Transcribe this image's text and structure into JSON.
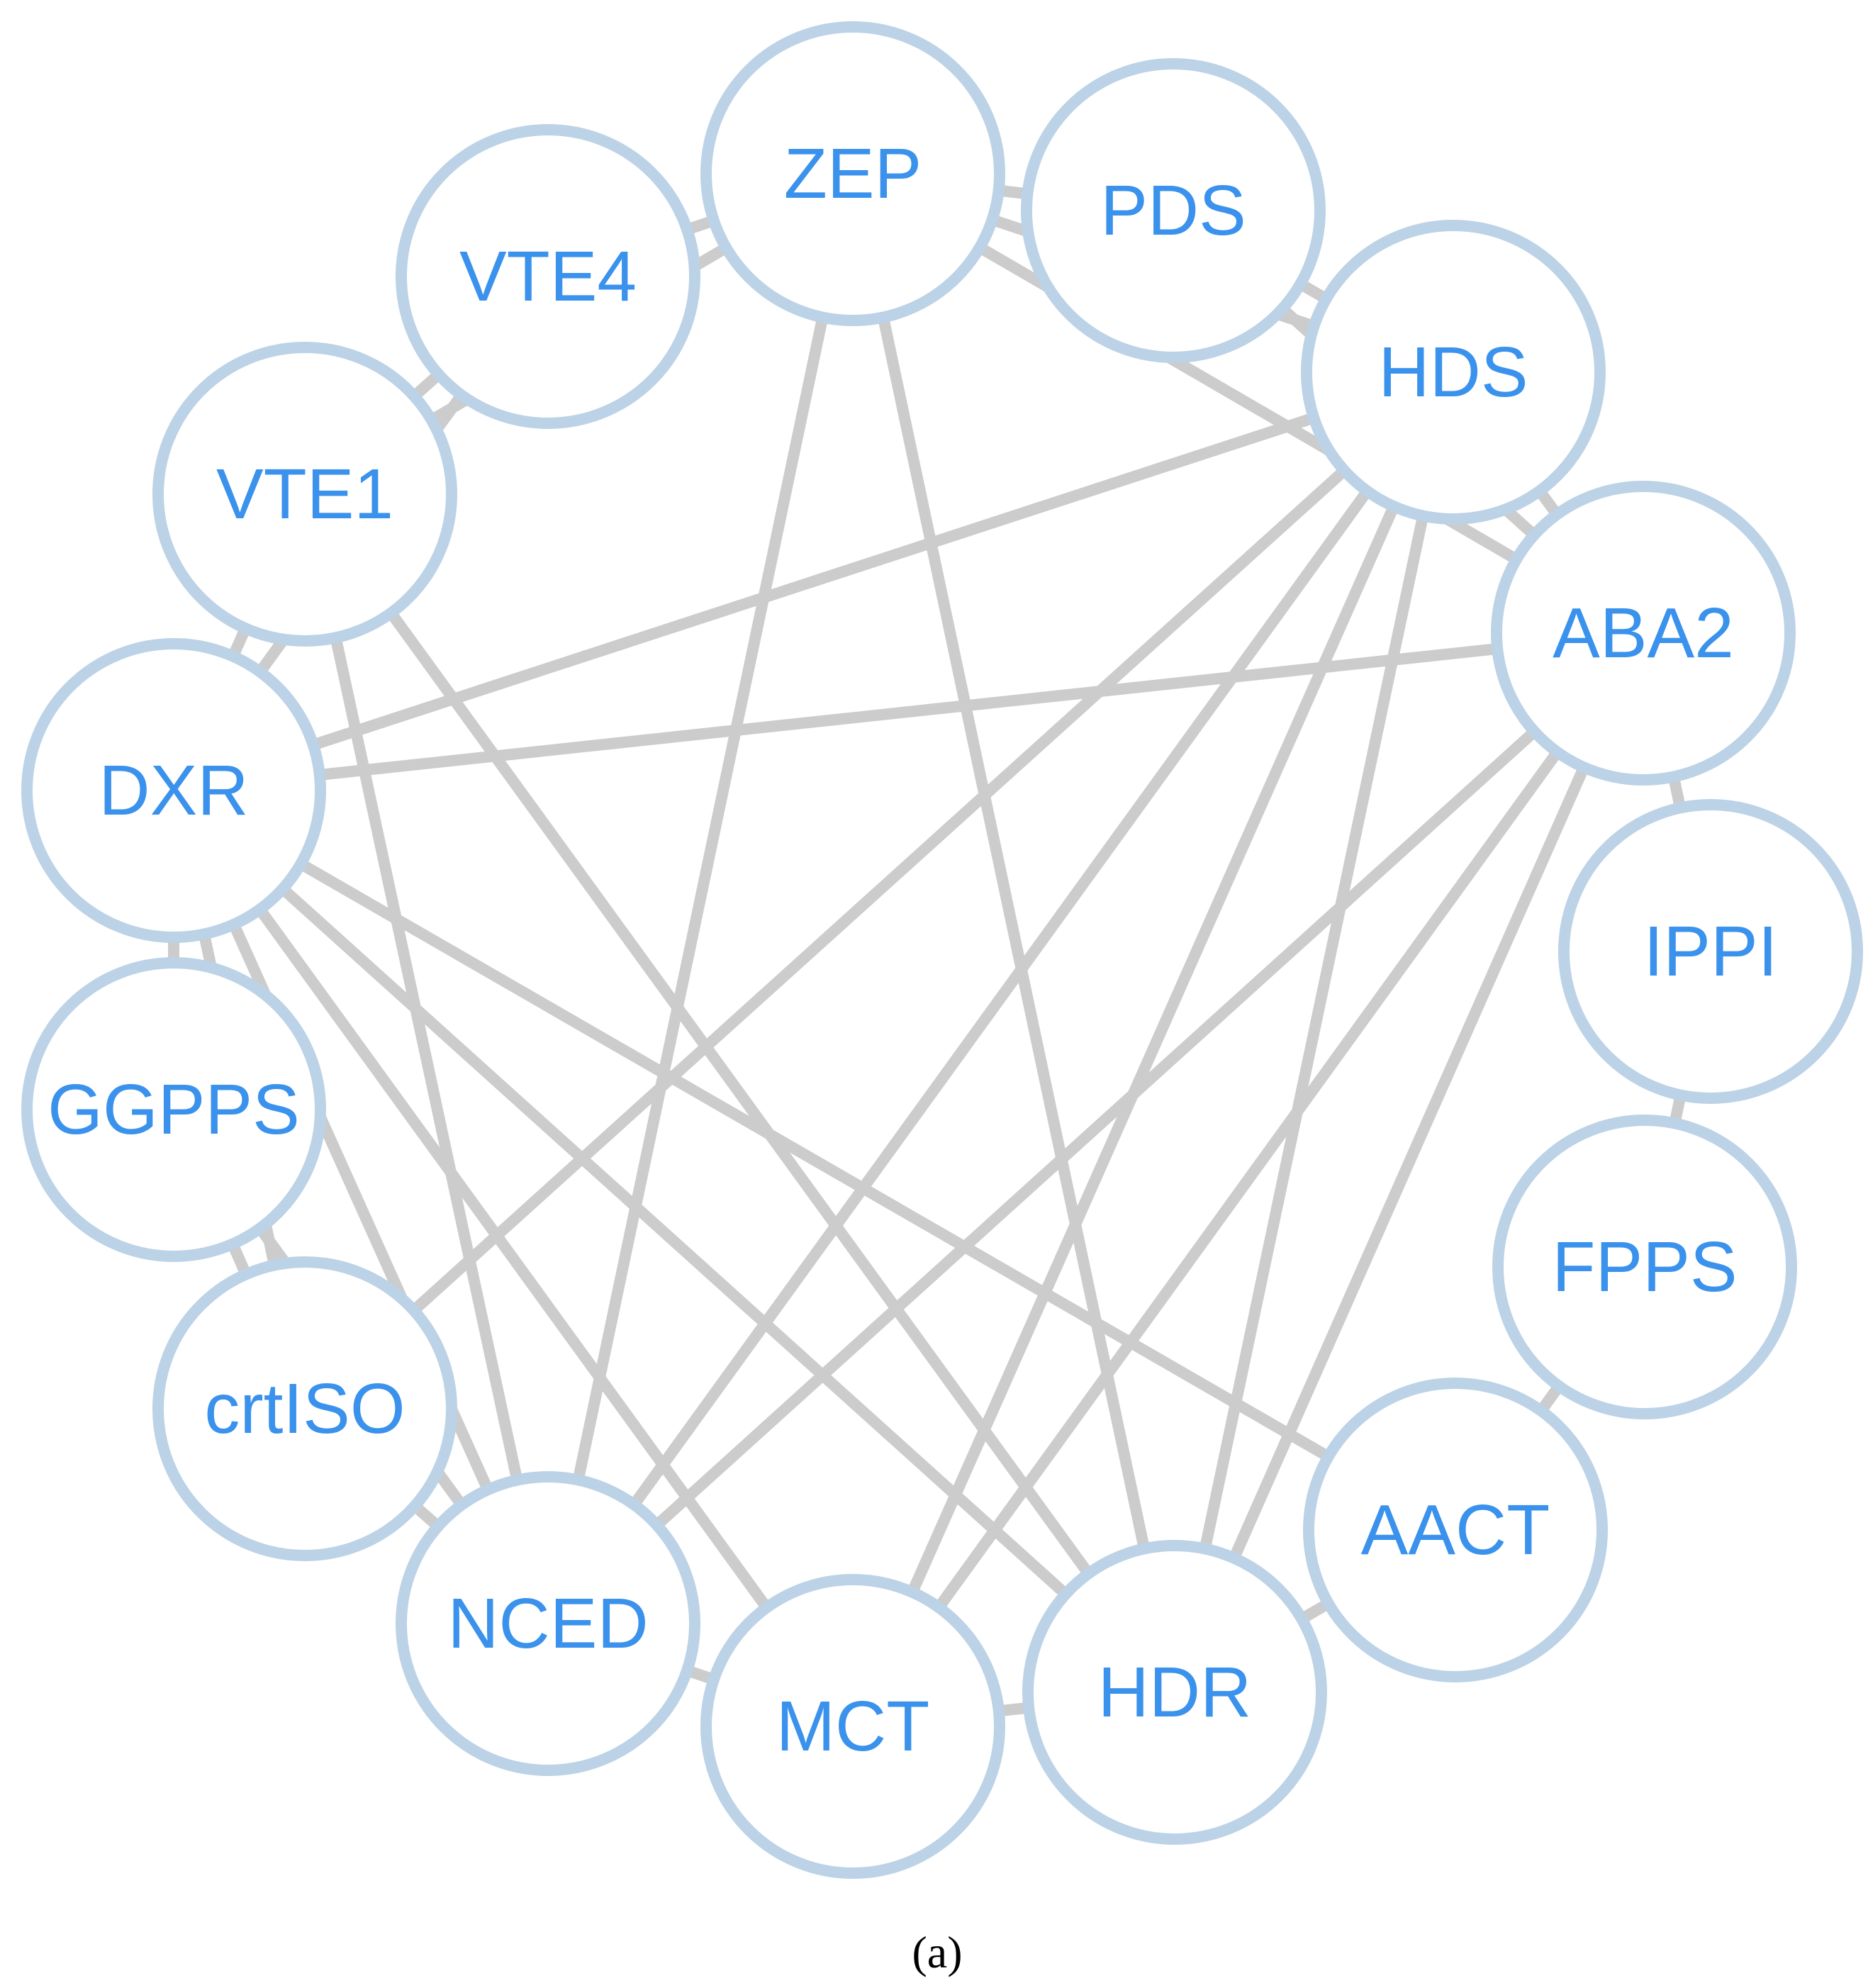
{
  "network": {
    "nodes": [
      {
        "id": "ZEP",
        "label": "ZEP"
      },
      {
        "id": "PDS",
        "label": "PDS"
      },
      {
        "id": "HDS",
        "label": "HDS"
      },
      {
        "id": "ABA2",
        "label": "ABA2"
      },
      {
        "id": "IPPI",
        "label": "IPPI"
      },
      {
        "id": "FPPS",
        "label": "FPPS"
      },
      {
        "id": "AACT",
        "label": "AACT"
      },
      {
        "id": "HDR",
        "label": "HDR"
      },
      {
        "id": "MCT",
        "label": "MCT"
      },
      {
        "id": "NCED",
        "label": "NCED"
      },
      {
        "id": "crtISO",
        "label": "crtISO"
      },
      {
        "id": "GGPPS",
        "label": "GGPPS"
      },
      {
        "id": "DXR",
        "label": "DXR"
      },
      {
        "id": "VTE1",
        "label": "VTE1"
      },
      {
        "id": "VTE4",
        "label": "VTE4"
      }
    ],
    "edges": [
      [
        "ZEP",
        "PDS"
      ],
      [
        "ZEP",
        "VTE4"
      ],
      [
        "ZEP",
        "VTE1"
      ],
      [
        "ZEP",
        "HDS"
      ],
      [
        "ZEP",
        "ABA2"
      ],
      [
        "ZEP",
        "NCED"
      ],
      [
        "ZEP",
        "HDR"
      ],
      [
        "PDS",
        "HDS"
      ],
      [
        "PDS",
        "ABA2"
      ],
      [
        "HDS",
        "ABA2"
      ],
      [
        "HDS",
        "DXR"
      ],
      [
        "HDS",
        "crtISO"
      ],
      [
        "HDS",
        "NCED"
      ],
      [
        "HDS",
        "MCT"
      ],
      [
        "HDS",
        "HDR"
      ],
      [
        "ABA2",
        "IPPI"
      ],
      [
        "ABA2",
        "DXR"
      ],
      [
        "ABA2",
        "NCED"
      ],
      [
        "ABA2",
        "MCT"
      ],
      [
        "ABA2",
        "HDR"
      ],
      [
        "IPPI",
        "FPPS"
      ],
      [
        "FPPS",
        "AACT"
      ],
      [
        "AACT",
        "HDR"
      ],
      [
        "HDR",
        "MCT"
      ],
      [
        "MCT",
        "NCED"
      ],
      [
        "NCED",
        "crtISO"
      ],
      [
        "crtISO",
        "GGPPS"
      ],
      [
        "GGPPS",
        "DXR"
      ],
      [
        "GGPPS",
        "NCED"
      ],
      [
        "DXR",
        "VTE1"
      ],
      [
        "DXR",
        "VTE4"
      ],
      [
        "DXR",
        "crtISO"
      ],
      [
        "DXR",
        "NCED"
      ],
      [
        "DXR",
        "MCT"
      ],
      [
        "DXR",
        "HDR"
      ],
      [
        "DXR",
        "AACT"
      ],
      [
        "VTE1",
        "VTE4"
      ],
      [
        "VTE1",
        "NCED"
      ],
      [
        "VTE1",
        "HDR"
      ]
    ]
  },
  "caption": "(a)"
}
